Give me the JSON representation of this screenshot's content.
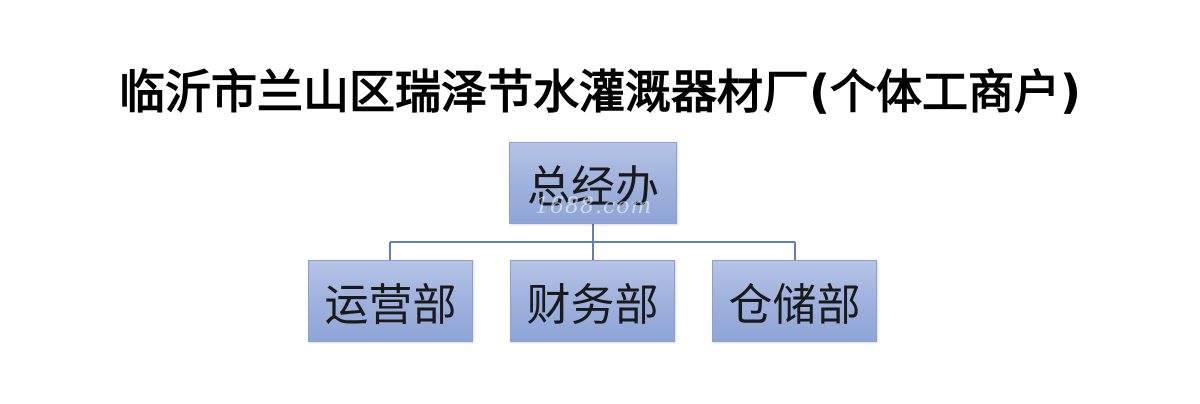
{
  "title": "临沂市兰山区瑞泽节水灌溉器材厂(个体工商户)",
  "org_chart": {
    "root": {
      "label": "总经办"
    },
    "children": [
      {
        "label": "运营部"
      },
      {
        "label": "财务部"
      },
      {
        "label": "仓储部"
      }
    ]
  },
  "watermark": "1688.com",
  "colors": {
    "box_fill": "#9fb2de",
    "connector": "#5f7fbf"
  }
}
